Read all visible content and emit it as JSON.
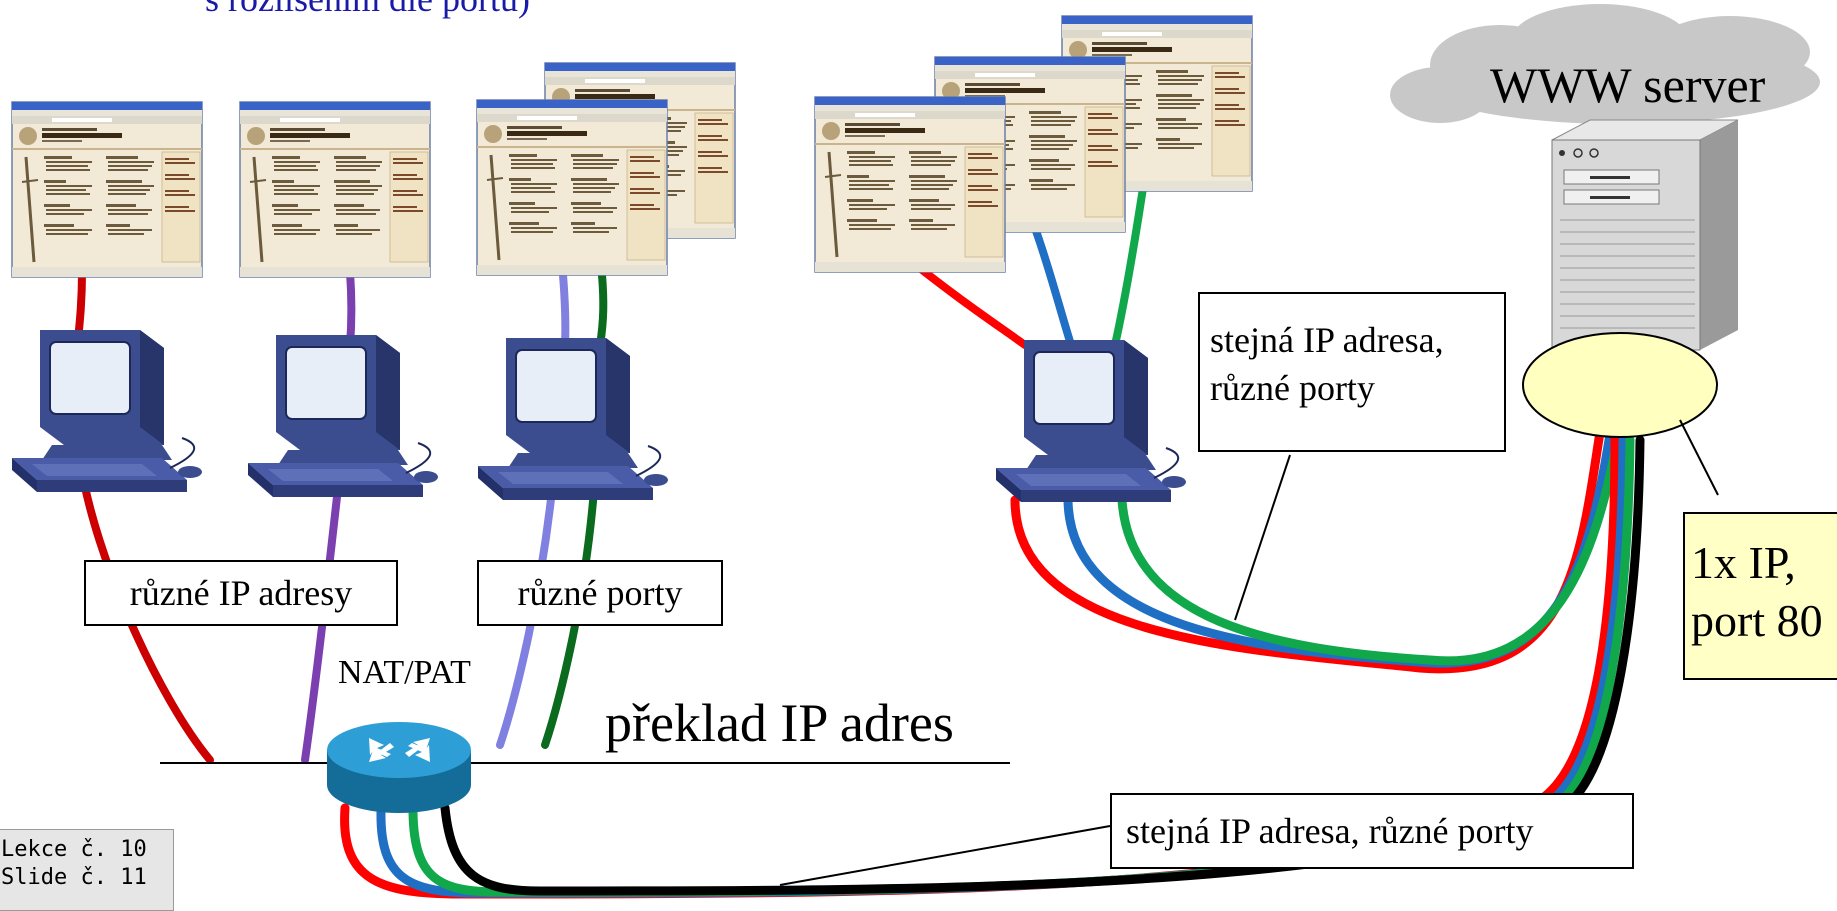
{
  "top_caption": "s rozlišením dle portu)",
  "server_label": "WWW server",
  "labels": {
    "ruzne_ip": "různé IP adresy",
    "ruzne_porty": "různé porty",
    "nat_pat": "NAT/PAT",
    "preklad": "překlad IP adres",
    "stejna_ip_1": "stejná IP adresa, různé porty",
    "stejna_ip_2": "stejná IP adresa, různé porty",
    "ip_line1": "1x IP,",
    "ip_line2": "port 80"
  },
  "footer": {
    "line1": "Lekce č. 10",
    "line2": "Slide č. 11"
  },
  "colors": {
    "red": "#cc0000",
    "purple": "#7b3fb0",
    "light_blue": "#8080e0",
    "dark_green": "#0a6b1e",
    "blue": "#1f6fc4",
    "green": "#10a84a",
    "black": "#000000",
    "yellow_box": "#ffffc6",
    "cloud": "#c8c8c8",
    "caption_blue": "#1a1aa8"
  }
}
